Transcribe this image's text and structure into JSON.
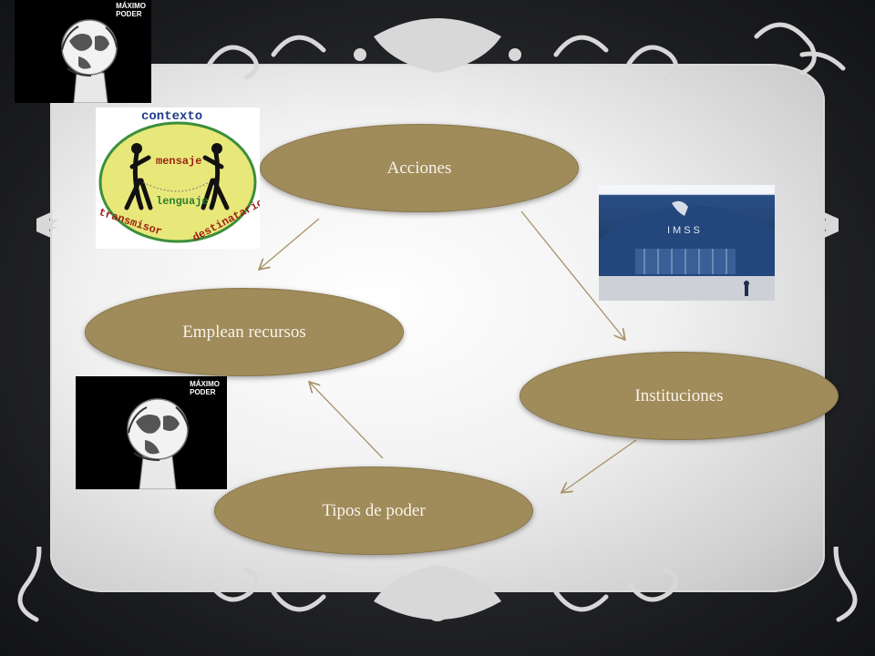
{
  "colors": {
    "node_fill": "#a08b5b",
    "node_text": "#f8f4ea",
    "arrow": "#a8926a",
    "background": "#1d1e21",
    "frame": "#f1f1f1"
  },
  "nodes": {
    "acciones": "Acciones",
    "emplean_recursos": "Emplean recursos",
    "instituciones": "Instituciones",
    "tipos_de_poder": "Tipos de poder"
  },
  "images": {
    "maximo_poder_top": {
      "caption_line1": "MÁXIMO",
      "caption_line2": "PODER",
      "icon": "fist-globe-icon"
    },
    "maximo_poder_bottom": {
      "caption_line1": "MÁXIMO",
      "caption_line2": "PODER",
      "icon": "fist-globe-icon"
    },
    "communication": {
      "contexto": "contexto",
      "mensaje": "mensaje",
      "lenguaje": "lenguaje",
      "transmisor": "transmisor",
      "destinatario": "destinatario"
    },
    "imss_building": {
      "sign": "IMSS"
    }
  }
}
